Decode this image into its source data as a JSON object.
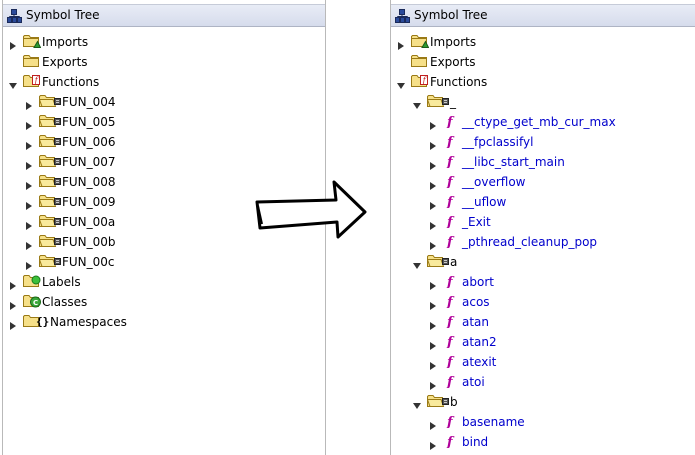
{
  "left": {
    "title": "Symbol Tree",
    "rows": [
      {
        "label": "Imports",
        "kind": "imports",
        "depth": 0,
        "tw": "collapsed"
      },
      {
        "label": "Exports",
        "kind": "folder",
        "depth": 0,
        "tw": "none"
      },
      {
        "label": "Functions",
        "kind": "functions",
        "depth": 0,
        "tw": "expanded"
      },
      {
        "label": "FUN_004",
        "kind": "folder-dark",
        "depth": 1,
        "tw": "collapsed"
      },
      {
        "label": "FUN_005",
        "kind": "folder-dark",
        "depth": 1,
        "tw": "collapsed"
      },
      {
        "label": "FUN_006",
        "kind": "folder-dark",
        "depth": 1,
        "tw": "collapsed"
      },
      {
        "label": "FUN_007",
        "kind": "folder-dark",
        "depth": 1,
        "tw": "collapsed"
      },
      {
        "label": "FUN_008",
        "kind": "folder-dark",
        "depth": 1,
        "tw": "collapsed"
      },
      {
        "label": "FUN_009",
        "kind": "folder-dark",
        "depth": 1,
        "tw": "collapsed"
      },
      {
        "label": "FUN_00a",
        "kind": "folder-dark",
        "depth": 1,
        "tw": "collapsed"
      },
      {
        "label": "FUN_00b",
        "kind": "folder-dark",
        "depth": 1,
        "tw": "collapsed"
      },
      {
        "label": "FUN_00c",
        "kind": "folder-dark",
        "depth": 1,
        "tw": "collapsed"
      },
      {
        "label": "Labels",
        "kind": "labels",
        "depth": 0,
        "tw": "collapsed"
      },
      {
        "label": "Classes",
        "kind": "classes",
        "depth": 0,
        "tw": "collapsed"
      },
      {
        "label": "Namespaces",
        "kind": "namespaces",
        "depth": 0,
        "tw": "collapsed"
      }
    ]
  },
  "right": {
    "title": "Symbol Tree",
    "rows": [
      {
        "label": "Imports",
        "kind": "imports",
        "depth": 0,
        "tw": "collapsed"
      },
      {
        "label": "Exports",
        "kind": "folder",
        "depth": 0,
        "tw": "none"
      },
      {
        "label": "Functions",
        "kind": "functions",
        "depth": 0,
        "tw": "expanded"
      },
      {
        "label": "_",
        "kind": "folder-open-dark",
        "depth": 1,
        "tw": "expanded"
      },
      {
        "label": "__ctype_get_mb_cur_max",
        "kind": "func",
        "depth": 2,
        "tw": "collapsed"
      },
      {
        "label": "__fpclassifyl",
        "kind": "func",
        "depth": 2,
        "tw": "collapsed"
      },
      {
        "label": "__libc_start_main",
        "kind": "func",
        "depth": 2,
        "tw": "collapsed"
      },
      {
        "label": "__overflow",
        "kind": "func",
        "depth": 2,
        "tw": "collapsed"
      },
      {
        "label": "__uflow",
        "kind": "func",
        "depth": 2,
        "tw": "collapsed"
      },
      {
        "label": "_Exit",
        "kind": "func",
        "depth": 2,
        "tw": "collapsed"
      },
      {
        "label": "_pthread_cleanup_pop",
        "kind": "func",
        "depth": 2,
        "tw": "collapsed"
      },
      {
        "label": "a",
        "kind": "folder-open-dark",
        "depth": 1,
        "tw": "expanded"
      },
      {
        "label": "abort",
        "kind": "func",
        "depth": 2,
        "tw": "collapsed"
      },
      {
        "label": "acos",
        "kind": "func",
        "depth": 2,
        "tw": "collapsed"
      },
      {
        "label": "atan",
        "kind": "func",
        "depth": 2,
        "tw": "collapsed"
      },
      {
        "label": "atan2",
        "kind": "func",
        "depth": 2,
        "tw": "collapsed"
      },
      {
        "label": "atexit",
        "kind": "func",
        "depth": 2,
        "tw": "collapsed"
      },
      {
        "label": "atoi",
        "kind": "func",
        "depth": 2,
        "tw": "collapsed"
      },
      {
        "label": "b",
        "kind": "folder-open-dark",
        "depth": 1,
        "tw": "expanded"
      },
      {
        "label": "basename",
        "kind": "func",
        "depth": 2,
        "tw": "collapsed"
      },
      {
        "label": "bind",
        "kind": "func",
        "depth": 2,
        "tw": "collapsed"
      }
    ]
  },
  "colors": {
    "function_text": "#0000cc",
    "function_icon": "#b0009a",
    "folder_fill": "#f6e089",
    "folder_stroke": "#9a7a16"
  }
}
